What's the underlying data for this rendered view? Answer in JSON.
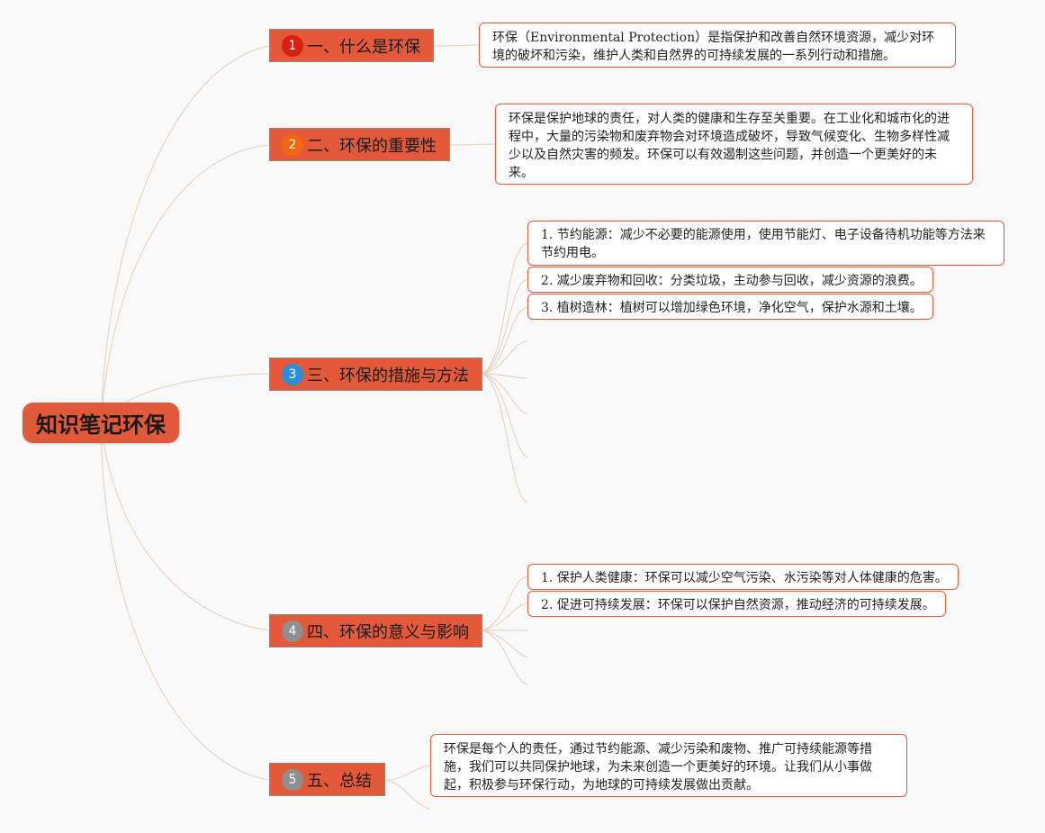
{
  "root": {
    "label": "知识笔记环保"
  },
  "colors": {
    "node_fill": "#e4593a",
    "line": "#e8cfb8",
    "badge_1": "#d9200e",
    "badge_2": "#f2660f",
    "badge_3": "#2b8fd6",
    "badge_4": "#8f8f8f",
    "badge_5": "#8f8f8f"
  },
  "branches": [
    {
      "badge": "1",
      "badge_icon": "number-1-icon",
      "title": "一、什么是环保"
    },
    {
      "badge": "2",
      "badge_icon": "number-2-icon",
      "title": "二、环保的重要性"
    },
    {
      "badge": "3",
      "badge_icon": "number-3-icon",
      "title": "三、环保的措施与方法"
    },
    {
      "badge": "4",
      "badge_icon": "number-4-icon",
      "title": "四、环保的意义与影响"
    },
    {
      "badge": "5",
      "badge_icon": "number-5-icon",
      "title": "五、总结"
    }
  ],
  "details": {
    "what_is": "环保（Environmental Protection）是指保护和改善自然环境资源，减少对环境的破坏和污染，维护人类和自然界的可持续发展的一系列行动和措施。",
    "importance": "环保是保护地球的责任，对人类的健康和生存至关重要。在工业化和城市化的进程中，大量的污染物和废弃物会对环境造成破坏，导致气候变化、生物多样性减少以及自然灾害的频发。环保可以有效遏制这些问题，并创造一个更美好的未来。",
    "measures": [
      "1. 节约能源：减少不必要的能源使用，使用节能灯、电子设备待机功能等方法来节约用电。",
      "2. 减少废弃物和回收：分类垃圾，主动参与回收，减少资源的浪费。",
      "3. 植树造林：植树可以增加绿色环境，净化空气，保护水源和土壤。"
    ],
    "significance": [
      "1. 保护人类健康：环保可以减少空气污染、水污染等对人体健康的危害。",
      "2. 促进可持续发展：环保可以保护自然资源，推动经济的可持续发展。"
    ],
    "summary": "环保是每个人的责任，通过节约能源、减少污染和废物、推广可持续能源等措施，我们可以共同保护地球，为未来创造一个更美好的环境。让我们从小事做起，积极参与环保行动，为地球的可持续发展做出贡献。"
  }
}
